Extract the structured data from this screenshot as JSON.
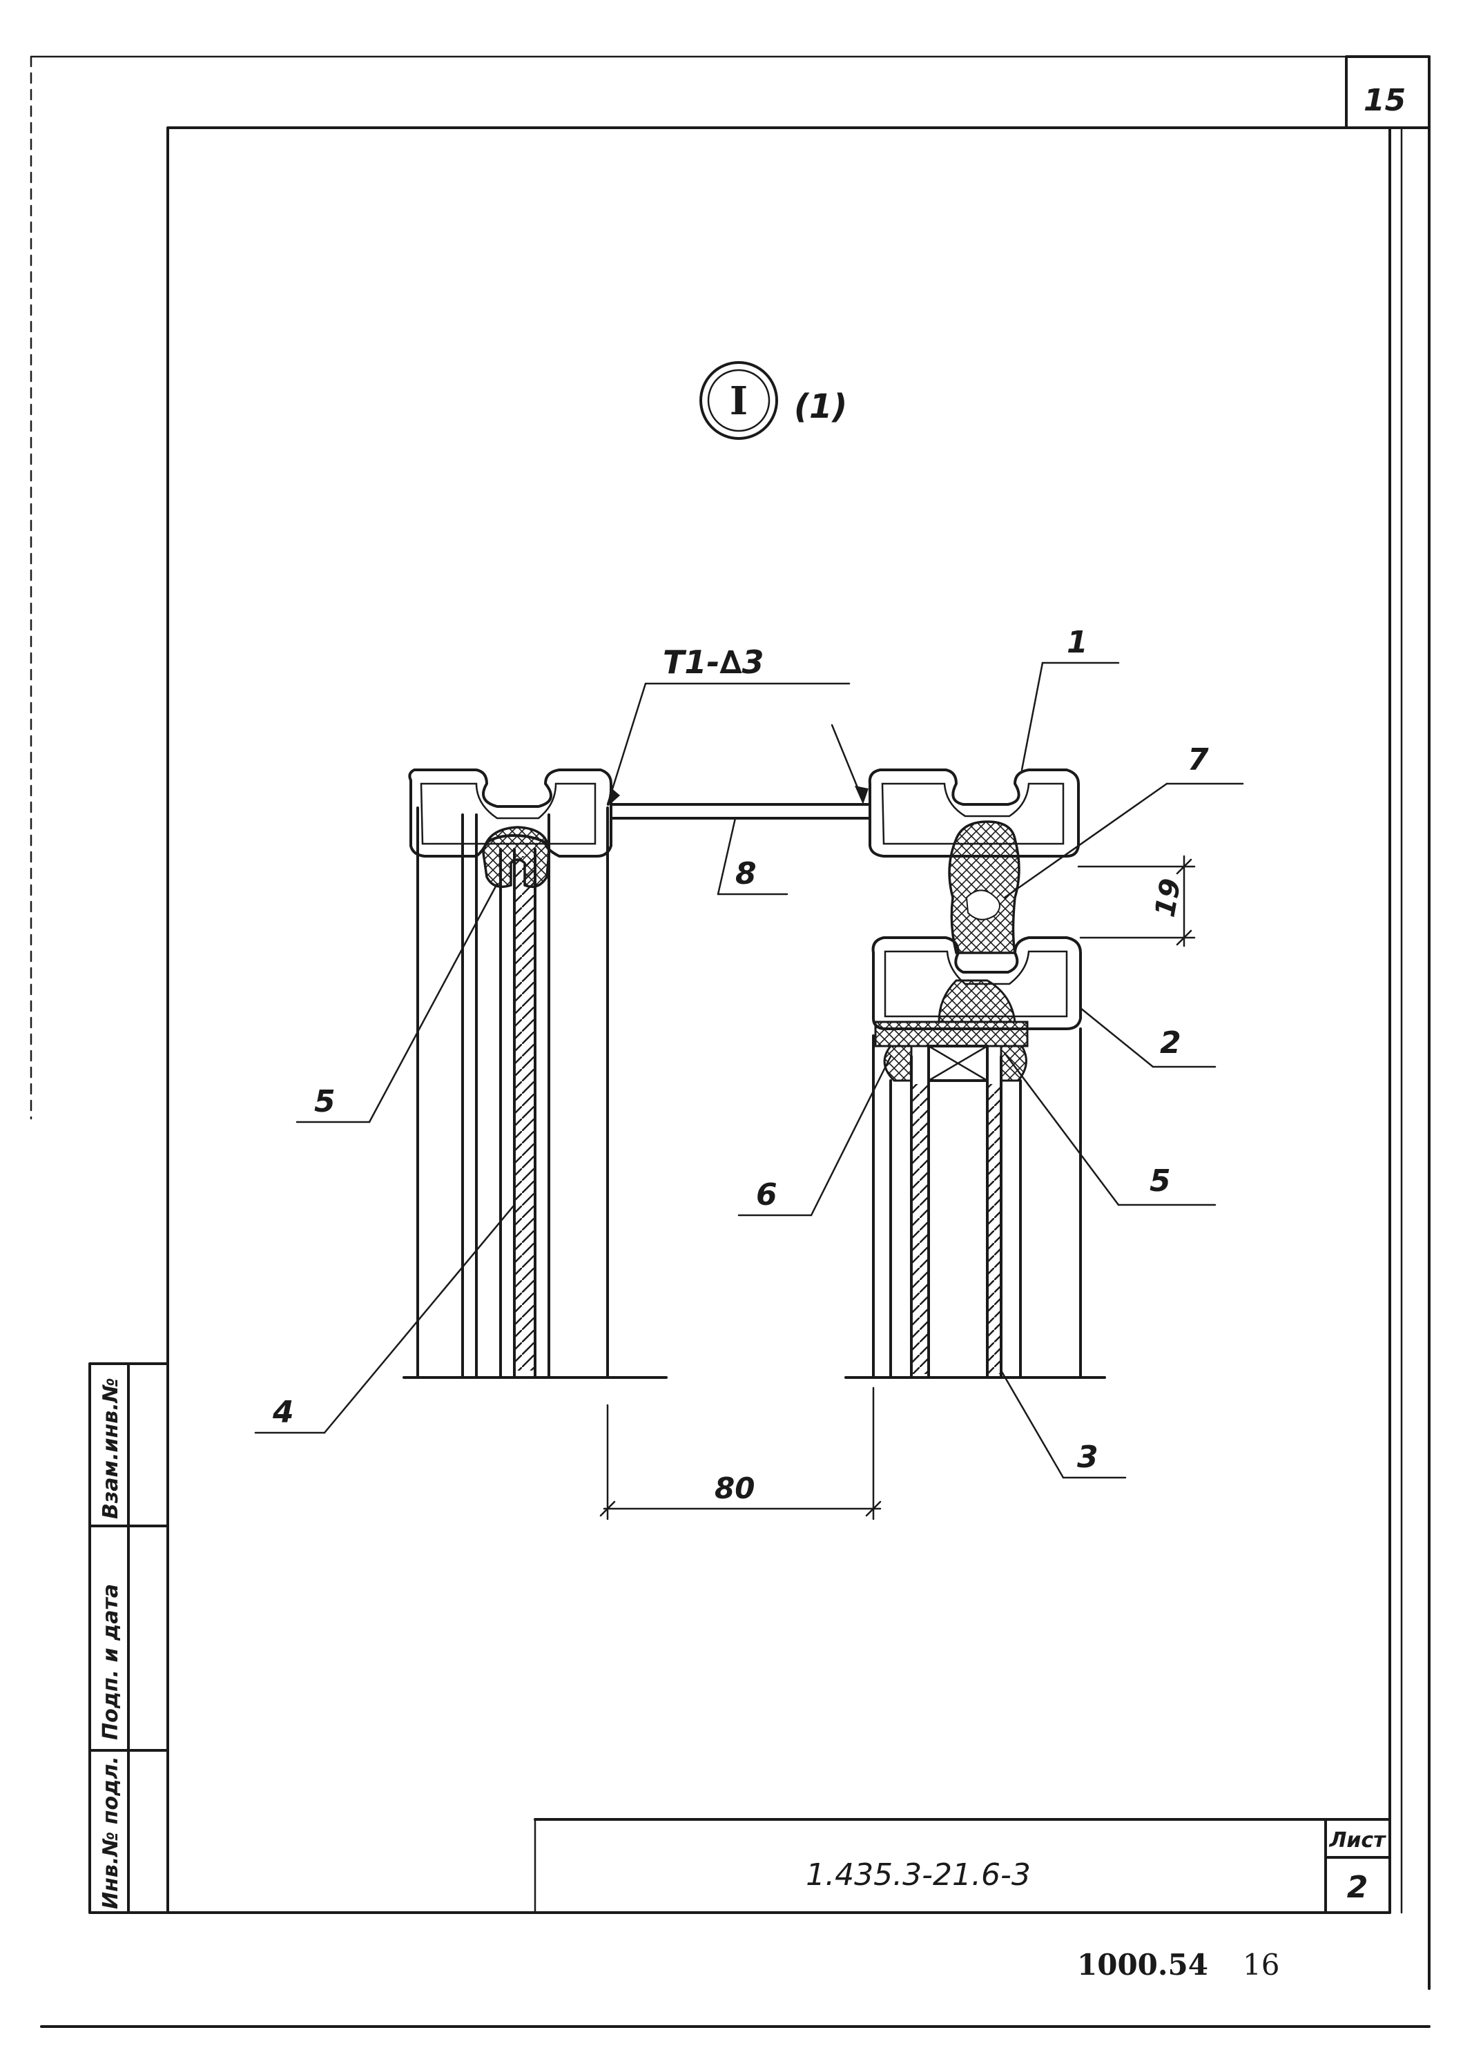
{
  "sheet": {
    "top_page_number": "15",
    "callout_mark": "I",
    "callout_ref": "(1)",
    "weld_mark": "T1-∆3",
    "dimension_80": "80",
    "dimension_19": "19",
    "labels": {
      "pos1": "1",
      "pos2": "2",
      "pos3": "3",
      "pos4": "4",
      "pos5_left": "5",
      "pos5_right": "5",
      "pos6": "6",
      "pos7": "7",
      "pos8": "8"
    }
  },
  "side_stamp": {
    "cell1": "Взам.инв.№",
    "cell2": "Подп. и дата",
    "cell3": "Инв.№ подл."
  },
  "title_block": {
    "designation": "1.435.3-21.6-3",
    "sheet_label": "Лист",
    "sheet_number": "2"
  },
  "footer": {
    "code": "1000.54",
    "page": "16"
  }
}
